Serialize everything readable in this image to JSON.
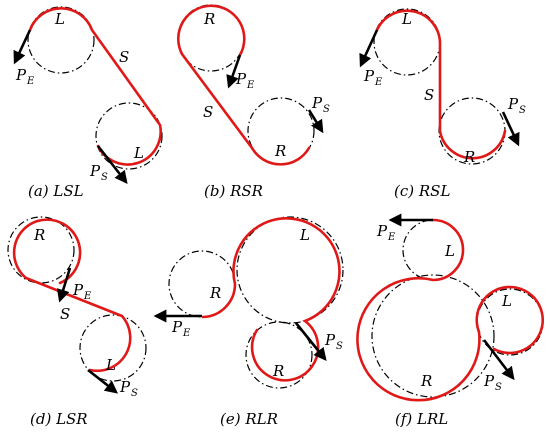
{
  "colors": {
    "path": "#e01818",
    "arrow": "#000000",
    "auxiliary": "#000000"
  },
  "panels": {
    "lsl": {
      "caption": "(a)  LSL",
      "c1": "L",
      "s": "S",
      "c2": "L",
      "pe": "P",
      "pe_sub": "E",
      "ps": "P",
      "ps_sub": "S"
    },
    "rsr": {
      "caption": "(b)  RSR",
      "c1": "R",
      "s": "S",
      "c2": "R",
      "pe": "P",
      "pe_sub": "E",
      "ps": "P",
      "ps_sub": "S"
    },
    "rsl": {
      "caption": "(c)  RSL",
      "c1": "L",
      "s": "S",
      "c2": "R",
      "pe": "P",
      "pe_sub": "E",
      "ps": "P",
      "ps_sub": "S"
    },
    "lsr": {
      "caption": "(d)  LSR",
      "c1": "R",
      "s": "S",
      "c2": "L",
      "pe": "P",
      "pe_sub": "E",
      "ps": "P",
      "ps_sub": "S"
    },
    "rlr": {
      "caption": "(e)  RLR",
      "c1": "R",
      "big": "L",
      "c2": "R",
      "pe": "P",
      "pe_sub": "E",
      "ps": "P",
      "ps_sub": "S"
    },
    "lrl": {
      "caption": "(f)  LRL",
      "c1": "L",
      "big": "R",
      "c2": "L",
      "pe": "P",
      "pe_sub": "E",
      "ps": "P",
      "ps_sub": "S"
    }
  }
}
